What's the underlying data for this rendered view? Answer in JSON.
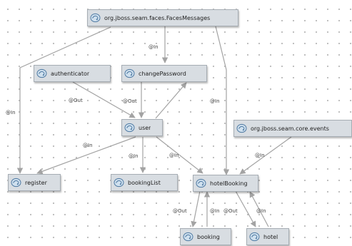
{
  "nodes": {
    "faces_messages": "org.jboss.seam.faces.FacesMessages",
    "authenticator": "authenticator",
    "change_password": "changePassword",
    "user": "user",
    "core_events": "org.jboss.seam.core.events",
    "register": "register",
    "booking_list": "bookingList",
    "hotel_booking": "hotelBooking",
    "booking": "booking",
    "hotel": "hotel"
  },
  "edge_labels": {
    "in_facesmessages_changepassword": "@In",
    "in_facesmessages_register": "@In",
    "in_facesmessages_hotelbooking": "@In",
    "out_authenticator_user": "@Out",
    "out_changepassword_user": "@Out",
    "in_user_register": "@In",
    "in_user_bookinglist": "@In",
    "in_user_hotelbooking": "@In",
    "in_events_hotelbooking": "@In",
    "out_hotelbooking_booking": "@Out",
    "in_booking_hotelbooking": "@In",
    "out_hotelbooking_hotel": "@Out",
    "in_hotel_hotelbooking": "@In"
  },
  "colors": {
    "node_fill": "#d8dde2",
    "node_border": "#a6adb4",
    "edge": "#a3a3a3"
  },
  "icon_name": "seam-component-icon"
}
